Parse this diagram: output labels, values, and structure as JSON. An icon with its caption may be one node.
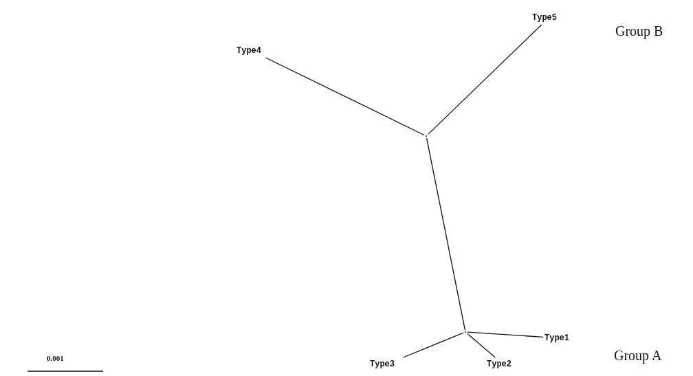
{
  "diagram": {
    "nodes": [
      {
        "text": [
          "Type5"
        ]
      },
      {
        "text": [
          "Type4"
        ]
      },
      {
        "text": [],
        "shape": "point"
      },
      {
        "text": [],
        "shape": "point"
      },
      {
        "text": [
          "Type1"
        ]
      },
      {
        "text": [
          "Type3"
        ]
      },
      {
        "text": [
          "Type2"
        ]
      }
    ],
    "edges": [
      {
        "from": 2,
        "to": 0,
        "arrow": "none"
      },
      {
        "from": 2,
        "to": 1,
        "arrow": "none"
      },
      {
        "from": 2,
        "to": 3,
        "arrow": "none"
      },
      {
        "from": 3,
        "to": 4,
        "arrow": "none"
      },
      {
        "from": 3,
        "to": 5,
        "arrow": "none"
      },
      {
        "from": 3,
        "to": 6,
        "arrow": "none"
      }
    ],
    "labels": [
      "Group B",
      "Group A",
      "0.001"
    ]
  }
}
